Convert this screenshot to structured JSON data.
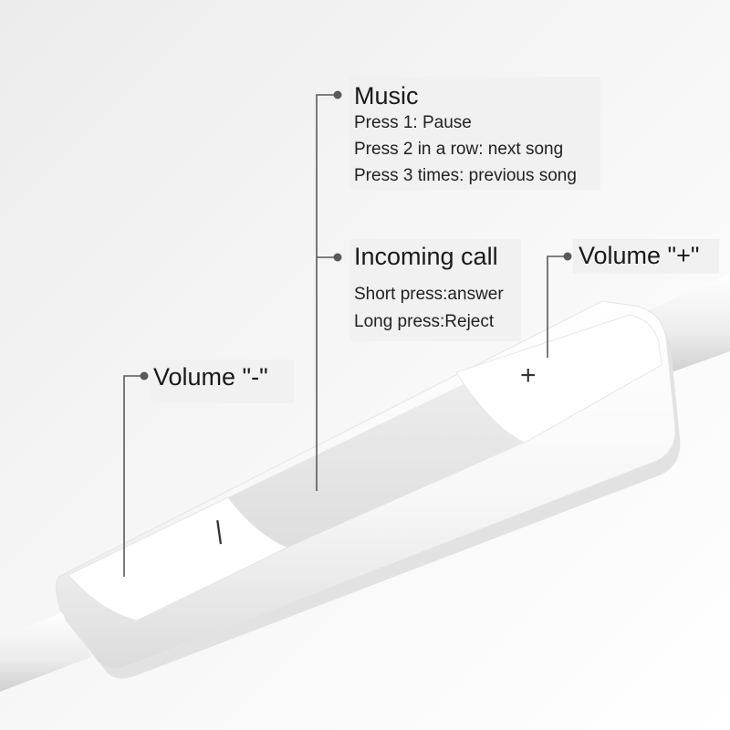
{
  "labels": {
    "music": {
      "title": "Music",
      "lines": [
        "Press 1: Pause",
        "Press 2 in a row: next song",
        "Press 3 times: previous song"
      ]
    },
    "incoming_call": {
      "title": "Incoming call",
      "lines": [
        "Short press:answer",
        "Long press:Reject"
      ]
    },
    "volume_plus": {
      "title": "Volume \"+\""
    },
    "volume_minus": {
      "title": "Volume \"-\""
    }
  },
  "remote": {
    "plus_symbol": "+",
    "minus_symbol": "|"
  },
  "colors": {
    "leader_line": "#5a5a5a",
    "label_background": "#efefef",
    "text": "#1a1a1a",
    "remote_body": "#ffffff",
    "remote_shadow": "#d8d8d8",
    "cable": "#f4f4f4"
  }
}
